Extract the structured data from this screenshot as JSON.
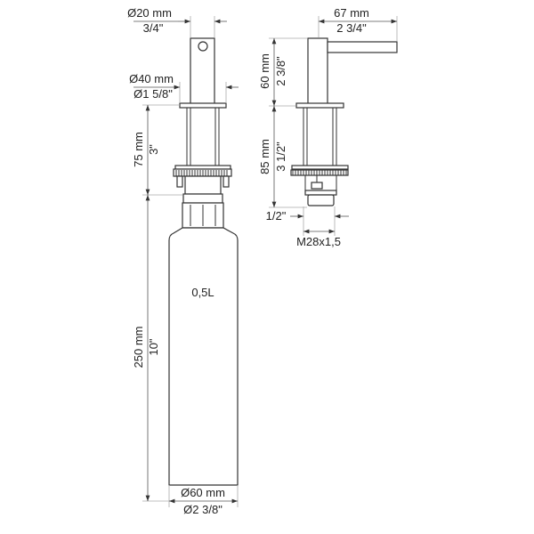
{
  "title": "Soap dispenser dimension drawing",
  "front_view": {
    "head_diameter_mm": "Ø20 mm",
    "head_diameter_in": "3/4\"",
    "flange_diameter_mm": "Ø40 mm",
    "flange_diameter_in": "Ø1 5/8\"",
    "body_height_mm": "75 mm",
    "body_height_in": "3\"",
    "bottle_height_mm": "250 mm",
    "bottle_height_in": "10\"",
    "bottle_volume": "0,5L",
    "bottle_diameter_mm": "Ø60 mm",
    "bottle_diameter_in": "Ø2 3/8\""
  },
  "side_view": {
    "spout_length_mm": "67 mm",
    "spout_length_in": "2 3/4\"",
    "head_height_mm": "60 mm",
    "head_height_in": "2 3/8\"",
    "body_height_mm": "85 mm",
    "body_height_in": "3 1/2\"",
    "thread_length_in": "1/2\"",
    "thread_spec": "M28x1,5"
  }
}
